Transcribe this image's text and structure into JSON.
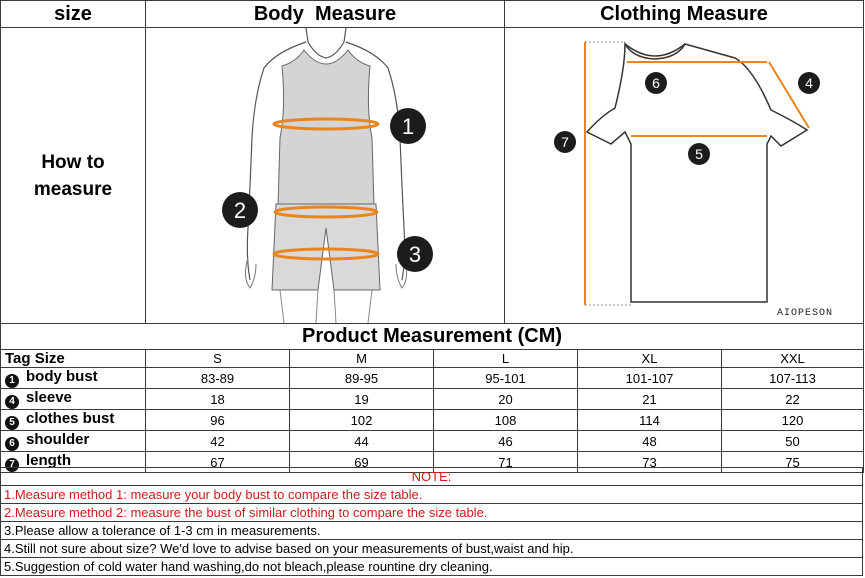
{
  "header": {
    "size": "size",
    "body_measure": "Body  Measure",
    "clothing_measure": "Clothing Measure"
  },
  "how_to": {
    "line1": "How to",
    "line2": "measure"
  },
  "figure": {
    "brand": "AIOPESON",
    "body_markers": [
      "1",
      "2",
      "3"
    ],
    "shirt_markers": [
      "6",
      "4",
      "7",
      "5"
    ],
    "accent_color": "#e8851f"
  },
  "product_title": "Product Measurement (CM)",
  "table": {
    "tag_size_label": "Tag Size",
    "sizes": [
      "S",
      "M",
      "L",
      "XL",
      "XXL"
    ],
    "rows": [
      {
        "num": "1",
        "label": "body bust",
        "values": [
          "83-89",
          "89-95",
          "95-101",
          "101-107",
          "107-113"
        ]
      },
      {
        "num": "4",
        "label": "sleeve",
        "values": [
          "18",
          "19",
          "20",
          "21",
          "22"
        ]
      },
      {
        "num": "5",
        "label": "clothes bust",
        "values": [
          "96",
          "102",
          "108",
          "114",
          "120"
        ]
      },
      {
        "num": "6",
        "label": "shoulder",
        "values": [
          "42",
          "44",
          "46",
          "48",
          "50"
        ]
      },
      {
        "num": "7",
        "label": "length",
        "values": [
          "67",
          "69",
          "71",
          "73",
          "75"
        ]
      }
    ]
  },
  "notes": {
    "title": "NOTE:",
    "items": [
      "1.Measure method 1: measure your body bust to compare the size table.",
      "2.Measure method 2: measure the bust of similar clothing to compare the size table.",
      "3.Please allow a tolerance of 1-3 cm in measurements.",
      "4.Still not sure about size? We'd love to advise based on your measurements of bust,waist and hip.",
      "5.Suggestion of cold water hand washing,do not bleach,please rountine dry cleaning."
    ]
  }
}
